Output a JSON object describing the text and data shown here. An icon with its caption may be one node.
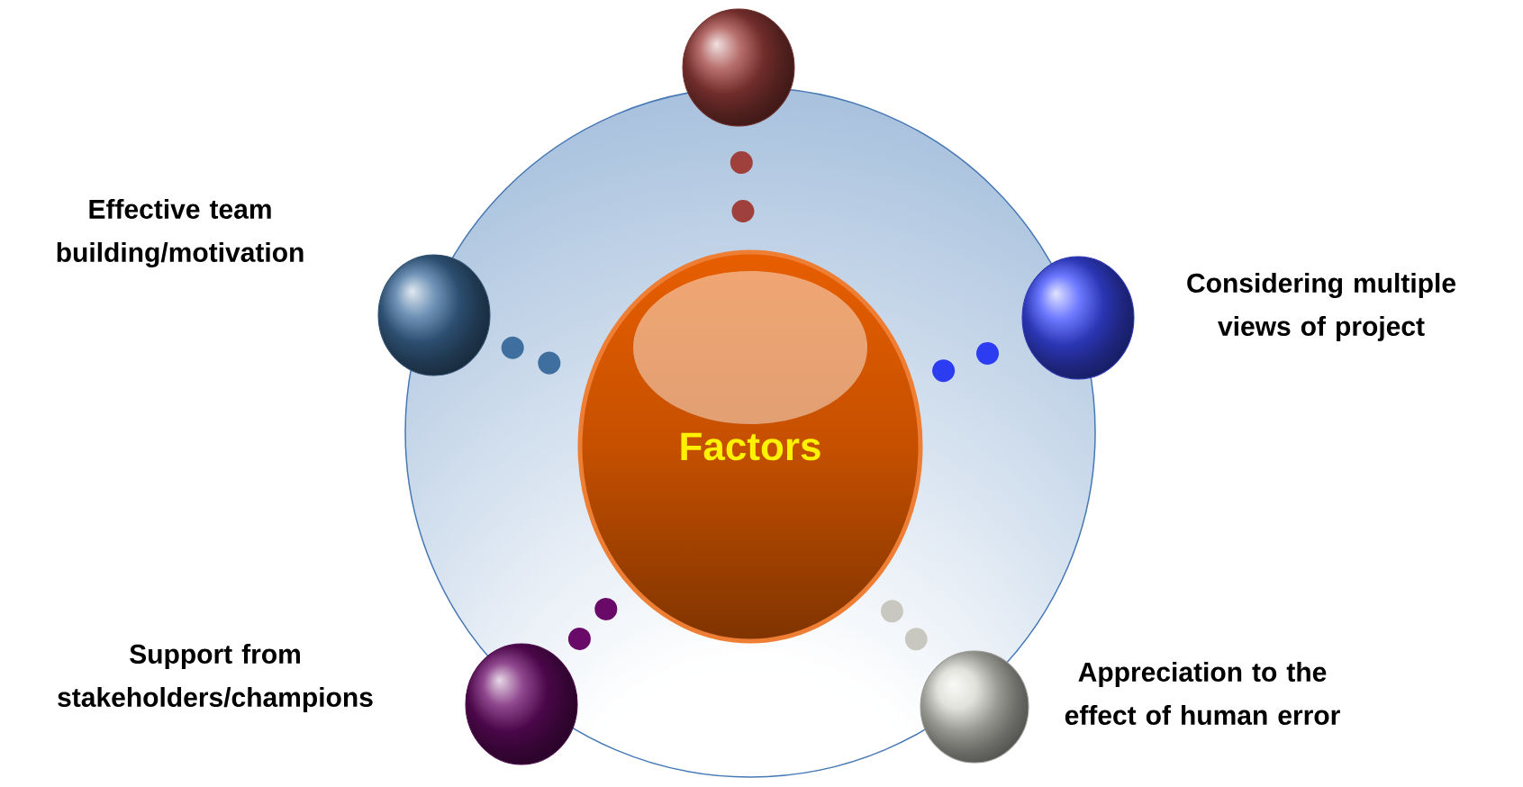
{
  "diagram": {
    "nodes": [
      {
        "text": [],
        "shape": "circle"
      },
      {
        "text": [
          "Factors"
        ],
        "in": 0
      },
      {
        "text": [],
        "shape": "circle"
      },
      {
        "text": [],
        "shape": "circle",
        "beside": [
          "Effective team building/motivation"
        ]
      },
      {
        "text": [],
        "shape": "circle",
        "beside": [
          "Considering multiple views of project"
        ]
      },
      {
        "text": [],
        "shape": "circle",
        "beside": [
          "Support from stakeholders/champions"
        ]
      },
      {
        "text": [],
        "shape": "circle",
        "beside": [
          "Appreciation to the effect of human error"
        ]
      }
    ],
    "edges": [
      {
        "from": 1,
        "to": 2,
        "arrow": "none",
        "color": "#a0403c"
      },
      {
        "from": 1,
        "to": 3,
        "arrow": "none",
        "color": "#3f6f9f"
      },
      {
        "from": 1,
        "to": 4,
        "arrow": "none",
        "color": "#2c3cf0"
      },
      {
        "from": 1,
        "to": 5,
        "arrow": "none",
        "color": "#6a0a68"
      },
      {
        "from": 1,
        "to": 6,
        "arrow": "none",
        "color": "#c8c8c0"
      }
    ]
  }
}
